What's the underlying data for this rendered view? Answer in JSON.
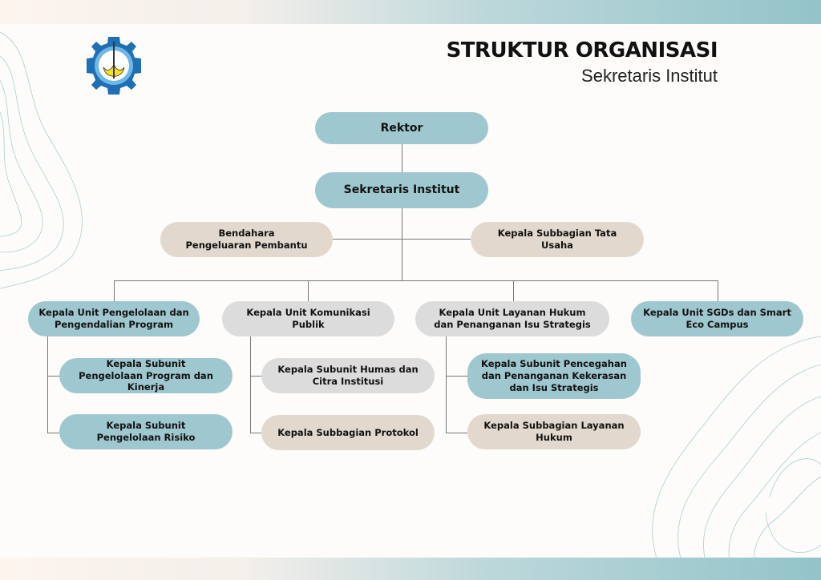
{
  "header": {
    "title": "STRUKTUR ORGANISASI",
    "subtitle": "Sekretaris Institut"
  },
  "logo": {
    "name": "its-logo-icon"
  },
  "colors": {
    "teal": "#9fc7cf",
    "grey": "#dcdcdc",
    "beige": "#e2d8ce"
  },
  "nodes": {
    "rektor": "Rektor",
    "sekretaris": "Sekretaris Institut",
    "bendahara": "Bendahara Pengeluaran Pembantu",
    "tata_usaha": "Kepala Subbagian Tata Usaha",
    "unit_program": "Kepala Unit Pengelolaan dan Pengendalian Program",
    "unit_komunikasi": "Kepala Unit Komunikasi Publik",
    "unit_hukum": "Kepala Unit Layanan Hukum dan Penanganan Isu Strategis",
    "unit_sgds": "Kepala Unit SGDs dan Smart Eco Campus",
    "subunit_kinerja": "Kepala Subunit Pengelolaan Program dan Kinerja",
    "subunit_risiko": "Kepala Subunit Pengelolaan Risiko",
    "subunit_humas": "Kepala Subunit Humas dan Citra Institusi",
    "subbagian_protokol": "Kepala Subbagian Protokol",
    "subunit_pencegahan": "Kepala Subunit Pencegahan dan Penanganan Kekerasan dan Isu Strategis",
    "subbagian_hukum": "Kepala Subbagian Layanan Hukum"
  }
}
